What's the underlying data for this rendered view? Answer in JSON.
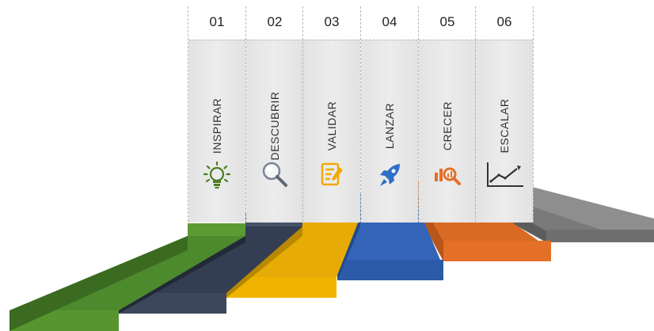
{
  "steps": [
    {
      "number": "01",
      "label": "INSPIRAR",
      "icon": "lightbulb-icon",
      "color": "#5a9135"
    },
    {
      "number": "02",
      "label": "DESCUBRIR",
      "icon": "magnifier-icon",
      "color": "#3b4658"
    },
    {
      "number": "03",
      "label": "VALIDAR",
      "icon": "checklist-edit-icon",
      "color": "#f2b705"
    },
    {
      "number": "04",
      "label": "LANZAR",
      "icon": "rocket-icon",
      "color": "#3a6bc2"
    },
    {
      "number": "05",
      "label": "CRECER",
      "icon": "bar-chart-magnifier-icon",
      "color": "#e9712b"
    },
    {
      "number": "06",
      "label": "ESCALAR",
      "icon": "line-chart-icon",
      "color": "#8f8f8f"
    }
  ]
}
